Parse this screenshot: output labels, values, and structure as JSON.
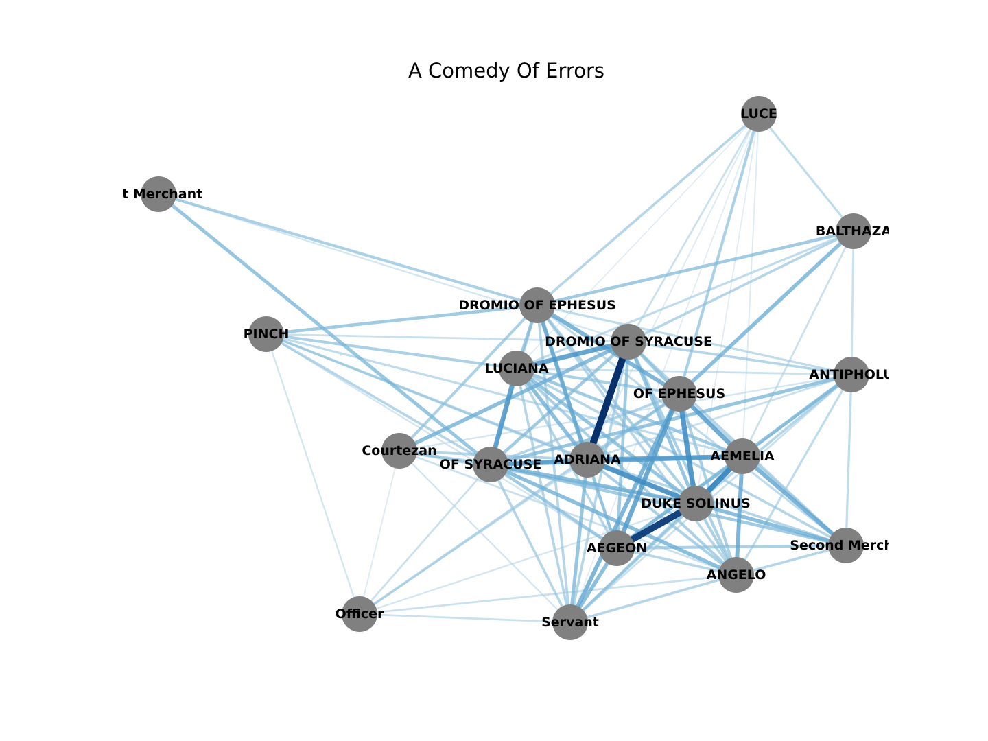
{
  "title": "A Comedy Of Errors",
  "node_color": "#808080",
  "label_color": "#000000",
  "edge_colormap": [
    "#deebf7",
    "#9ecae1",
    "#6baed6",
    "#3182bd",
    "#08306b"
  ],
  "nodes": [
    {
      "id": "luce",
      "label": "LUCE"
    },
    {
      "id": "first-merchant",
      "label": "st Merchant"
    },
    {
      "id": "balthazar",
      "label": "BALTHAZA"
    },
    {
      "id": "dromio-ephesus",
      "label": "DROMIO OF EPHESUS"
    },
    {
      "id": "pinch",
      "label": "PINCH"
    },
    {
      "id": "dromio-syracuse",
      "label": "DROMIO OF SYRACUSE"
    },
    {
      "id": "luciana",
      "label": "LUCIANA"
    },
    {
      "id": "antipholus",
      "label": "ANTIPHOLU"
    },
    {
      "id": "antipholus-ephesus",
      "label": "OF EPHESUS"
    },
    {
      "id": "courtezan",
      "label": "Courtezan"
    },
    {
      "id": "antipholus-syracuse",
      "label": "OF SYRACUSE"
    },
    {
      "id": "adriana",
      "label": "ADRIANA"
    },
    {
      "id": "aemelia",
      "label": "AEMELIA"
    },
    {
      "id": "duke-solinus",
      "label": "DUKE SOLINUS"
    },
    {
      "id": "aegeon",
      "label": "AEGEON"
    },
    {
      "id": "second-merchant",
      "label": "Second Mercha"
    },
    {
      "id": "angelo",
      "label": "ANGELO"
    },
    {
      "id": "officer",
      "label": "Officer"
    },
    {
      "id": "servant",
      "label": "Servant"
    }
  ],
  "edges": [
    [
      "dromio-syracuse",
      "adriana",
      1.0
    ],
    [
      "duke-solinus",
      "aegeon",
      0.95
    ],
    [
      "aemelia",
      "duke-solinus",
      0.75
    ],
    [
      "antipholus-ephesus",
      "duke-solinus",
      0.7
    ],
    [
      "luciana",
      "antipholus-syracuse",
      0.65
    ],
    [
      "adriana",
      "duke-solinus",
      0.7
    ],
    [
      "dromio-syracuse",
      "luciana",
      0.65
    ],
    [
      "adriana",
      "aemelia",
      0.6
    ],
    [
      "antipholus-syracuse",
      "aemelia",
      0.6
    ],
    [
      "antipholus-ephesus",
      "aegeon",
      0.62
    ],
    [
      "antipholus-ephesus",
      "aemelia",
      0.6
    ],
    [
      "antipholus-ephesus",
      "servant",
      0.55
    ],
    [
      "aemelia",
      "second-merchant",
      0.55
    ],
    [
      "duke-solinus",
      "second-merchant",
      0.5
    ],
    [
      "angelo",
      "aemelia",
      0.55
    ],
    [
      "antipholus-ephesus",
      "balthazar",
      0.5
    ],
    [
      "aegeon",
      "servant",
      0.5
    ],
    [
      "dromio-ephesus",
      "adriana",
      0.55
    ],
    [
      "dromio-ephesus",
      "antipholus-ephesus",
      0.55
    ],
    [
      "antipholus-syracuse",
      "adriana",
      0.5
    ],
    [
      "antipholus-syracuse",
      "duke-solinus",
      0.5
    ],
    [
      "luciana",
      "adriana",
      0.5
    ],
    [
      "luciana",
      "duke-solinus",
      0.45
    ],
    [
      "courtezan",
      "dromio-syracuse",
      0.5
    ],
    [
      "antipholus-syracuse",
      "angelo",
      0.5
    ],
    [
      "first-merchant",
      "antipholus-syracuse",
      0.45
    ],
    [
      "antipholus",
      "antipholus-syracuse",
      0.45
    ],
    [
      "antipholus",
      "aegeon",
      0.45
    ],
    [
      "dromio-ephesus",
      "balthazar",
      0.4
    ],
    [
      "dromio-syracuse",
      "duke-solinus",
      0.45
    ],
    [
      "adriana",
      "servant",
      0.45
    ],
    [
      "dromio-ephesus",
      "pinch",
      0.4
    ],
    [
      "luce",
      "antipholus-ephesus",
      0.35
    ],
    [
      "dromio-ephesus",
      "first-merchant",
      0.35
    ],
    [
      "pinch",
      "luciana",
      0.35
    ],
    [
      "pinch",
      "adriana",
      0.3
    ],
    [
      "luce",
      "dromio-ephesus",
      0.3
    ],
    [
      "luce",
      "balthazar",
      0.25
    ],
    [
      "balthazar",
      "dromio-syracuse",
      0.3
    ],
    [
      "antipholus-syracuse",
      "second-merchant",
      0.4
    ],
    [
      "dromio-ephesus",
      "luciana",
      0.4
    ],
    [
      "dromio-ephesus",
      "courtezan",
      0.35
    ],
    [
      "dromio-ephesus",
      "aegeon",
      0.35
    ],
    [
      "dromio-syracuse",
      "aegeon",
      0.4
    ],
    [
      "dromio-syracuse",
      "antipholus-ephesus",
      0.4
    ],
    [
      "courtezan",
      "antipholus-syracuse",
      0.35
    ],
    [
      "courtezan",
      "duke-solinus",
      0.3
    ],
    [
      "officer",
      "antipholus-ephesus",
      0.3
    ],
    [
      "officer",
      "servant",
      0.2
    ],
    [
      "officer",
      "angelo",
      0.2
    ],
    [
      "servant",
      "angelo",
      0.3
    ],
    [
      "aegeon",
      "angelo",
      0.3
    ],
    [
      "aegeon",
      "second-merchant",
      0.35
    ],
    [
      "angelo",
      "second-merchant",
      0.3
    ],
    [
      "antipholus",
      "second-merchant",
      0.25
    ],
    [
      "antipholus",
      "angelo",
      0.25
    ],
    [
      "antipholus",
      "aemelia",
      0.3
    ],
    [
      "antipholus",
      "duke-solinus",
      0.3
    ],
    [
      "antipholus",
      "dromio-syracuse",
      0.3
    ],
    [
      "antipholus",
      "dromio-ephesus",
      0.25
    ],
    [
      "balthazar",
      "antipholus",
      0.2
    ],
    [
      "balthazar",
      "luciana",
      0.25
    ],
    [
      "balthazar",
      "aemelia",
      0.2
    ],
    [
      "luce",
      "dromio-syracuse",
      0.2
    ],
    [
      "luce",
      "aemelia",
      0.1
    ],
    [
      "luce",
      "adriana",
      0.1
    ],
    [
      "luce",
      "luciana",
      0.08
    ],
    [
      "pinch",
      "antipholus-syracuse",
      0.3
    ],
    [
      "pinch",
      "aemelia",
      0.25
    ],
    [
      "pinch",
      "duke-solinus",
      0.25
    ],
    [
      "pinch",
      "dromio-syracuse",
      0.2
    ],
    [
      "pinch",
      "officer",
      0.15
    ],
    [
      "pinch",
      "aegeon",
      0.15
    ],
    [
      "first-merchant",
      "dromio-syracuse",
      0.15
    ],
    [
      "luciana",
      "aemelia",
      0.4
    ],
    [
      "luciana",
      "angelo",
      0.35
    ],
    [
      "luciana",
      "second-merchant",
      0.3
    ],
    [
      "luciana",
      "aegeon",
      0.3
    ],
    [
      "luciana",
      "servant",
      0.3
    ],
    [
      "luciana",
      "antipholus-ephesus",
      0.35
    ],
    [
      "adriana",
      "angelo",
      0.35
    ],
    [
      "adriana",
      "second-merchant",
      0.3
    ],
    [
      "adriana",
      "aegeon",
      0.35
    ],
    [
      "adriana",
      "antipholus-ephesus",
      0.35
    ],
    [
      "dromio-syracuse",
      "angelo",
      0.35
    ],
    [
      "dromio-syracuse",
      "second-merchant",
      0.3
    ],
    [
      "dromio-syracuse",
      "antipholus-syracuse",
      0.4
    ],
    [
      "dromio-syracuse",
      "servant",
      0.3
    ],
    [
      "dromio-ephesus",
      "duke-solinus",
      0.35
    ],
    [
      "dromio-ephesus",
      "angelo",
      0.3
    ],
    [
      "dromio-ephesus",
      "second-merchant",
      0.25
    ],
    [
      "dromio-ephesus",
      "antipholus-syracuse",
      0.3
    ],
    [
      "dromio-ephesus",
      "servant",
      0.3
    ],
    [
      "antipholus-ephesus",
      "angelo",
      0.35
    ],
    [
      "antipholus-ephesus",
      "second-merchant",
      0.3
    ],
    [
      "antipholus-ephesus",
      "antipholus-syracuse",
      0.3
    ],
    [
      "antipholus-syracuse",
      "aegeon",
      0.4
    ],
    [
      "antipholus-syracuse",
      "servant",
      0.3
    ],
    [
      "duke-solinus",
      "angelo",
      0.35
    ],
    [
      "duke-solinus",
      "servant",
      0.35
    ],
    [
      "aemelia",
      "aegeon",
      0.35
    ],
    [
      "aemelia",
      "servant",
      0.3
    ],
    [
      "officer",
      "antipholus-syracuse",
      0.2
    ],
    [
      "officer",
      "adriana",
      0.15
    ],
    [
      "officer",
      "duke-solinus",
      0.15
    ],
    [
      "courtezan",
      "officer",
      0.1
    ],
    [
      "courtezan",
      "servant",
      0.15
    ],
    [
      "courtezan",
      "angelo",
      0.2
    ],
    [
      "courtezan",
      "adriana",
      0.3
    ],
    [
      "antipholus",
      "luciana",
      0.2
    ],
    [
      "antipholus",
      "adriana",
      0.2
    ],
    [
      "antipholus",
      "servant",
      0.2
    ],
    [
      "antipholus",
      "courtezan",
      0.15
    ],
    [
      "luce",
      "duke-solinus",
      0.08
    ],
    [
      "luce",
      "servant",
      0.08
    ]
  ]
}
